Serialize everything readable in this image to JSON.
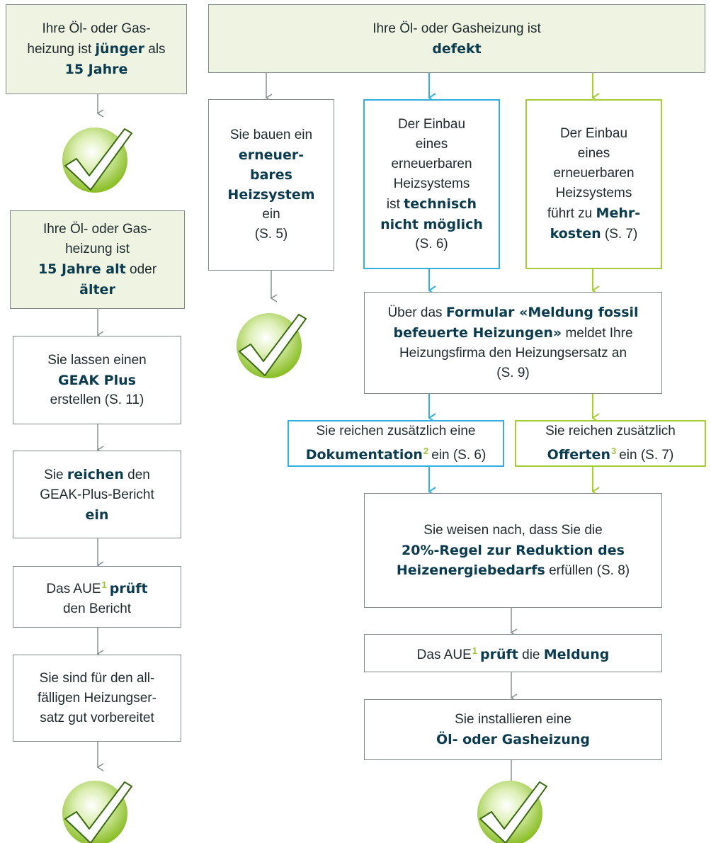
{
  "footnote_1": "1",
  "footnote_2": "2",
  "footnote_3": "3",
  "left": {
    "box1": {
      "pre": "Ihre Öl- oder Gas-",
      "mid1": "heizung ist",
      "b1": "jünger",
      "mid2": "als",
      "b2": "15 Jahre"
    },
    "box2": {
      "pre": "Ihre Öl- oder Gas-",
      "mid": "heizung ist",
      "b1": "15 Jahre alt",
      "mid2": "oder",
      "b2": "älter"
    },
    "box3": {
      "pre": "Sie lassen einen",
      "b1": "GEAK Plus",
      "post": "erstellen (S. 11)"
    },
    "box4": {
      "pre": "Sie",
      "b1": "reichen",
      "mid": "den",
      "line2": "GEAK-Plus-Bericht",
      "b2": "ein"
    },
    "box5": {
      "pre": "Das AUE",
      "b1": "prüft",
      "line2": "den Bericht"
    },
    "box6": {
      "l1": "Sie sind für den all-",
      "l2": "fälligen Heizungser-",
      "l3": "satz gut vorbereitet"
    }
  },
  "top": {
    "pre": "Ihre Öl- oder Gasheizung ist",
    "b1": "defekt"
  },
  "col1": {
    "pre": "Sie bauen ein",
    "b1": "erneuer-",
    "b2": "bares",
    "b3": "Heizsystem",
    "post": "ein",
    "ref": "(S. 5)"
  },
  "col2": {
    "l1": "Der Einbau",
    "l2": "eines",
    "l3": "erneuerbaren",
    "l4": "Heizsystems",
    "l5": "ist",
    "b1": "technisch",
    "b2": "nicht möglich",
    "ref": "(S. 6)"
  },
  "col3": {
    "l1": "Der Einbau",
    "l2": "eines",
    "l3": "erneuerbaren",
    "l4": "Heizsystems",
    "l5": "führt zu",
    "b1": "Mehr-",
    "b2": "kosten",
    "ref": "(S. 7)"
  },
  "formular": {
    "pre": "Über das",
    "b1": "Formular «Meldung fossil",
    "b2": "befeuerte Heizungen»",
    "post1": "meldet Ihre",
    "l3": "Heizungsfirma den Heizungsersatz an",
    "ref": "(S. 9)"
  },
  "doku": {
    "pre": "Sie reichen zusätzlich eine",
    "b1": "Dokumentation",
    "post": "ein (S. 6)"
  },
  "offerten": {
    "pre": "Sie reichen zusätzlich",
    "b1": "Offerten",
    "post": "ein (S. 7)"
  },
  "regel": {
    "pre": "Sie weisen nach, dass Sie die",
    "b1": "20%-Regel zur Reduktion des",
    "b2": "Heizenergiebedarfs",
    "post": "erfüllen (S. 8)"
  },
  "pruef": {
    "pre": "Das AUE",
    "b1": "prüft",
    "mid": "die",
    "b2": "Meldung"
  },
  "install": {
    "pre": "Sie installieren eine",
    "b1": "Öl- oder Gasheizung"
  },
  "colors": {
    "gray_line": "#7f8a8d",
    "blue": "#35aee0",
    "lime": "#a6cc39",
    "fill": "#eef3e2",
    "check_green": "#8cbf2a",
    "text_bold": "#0b3b4e"
  }
}
